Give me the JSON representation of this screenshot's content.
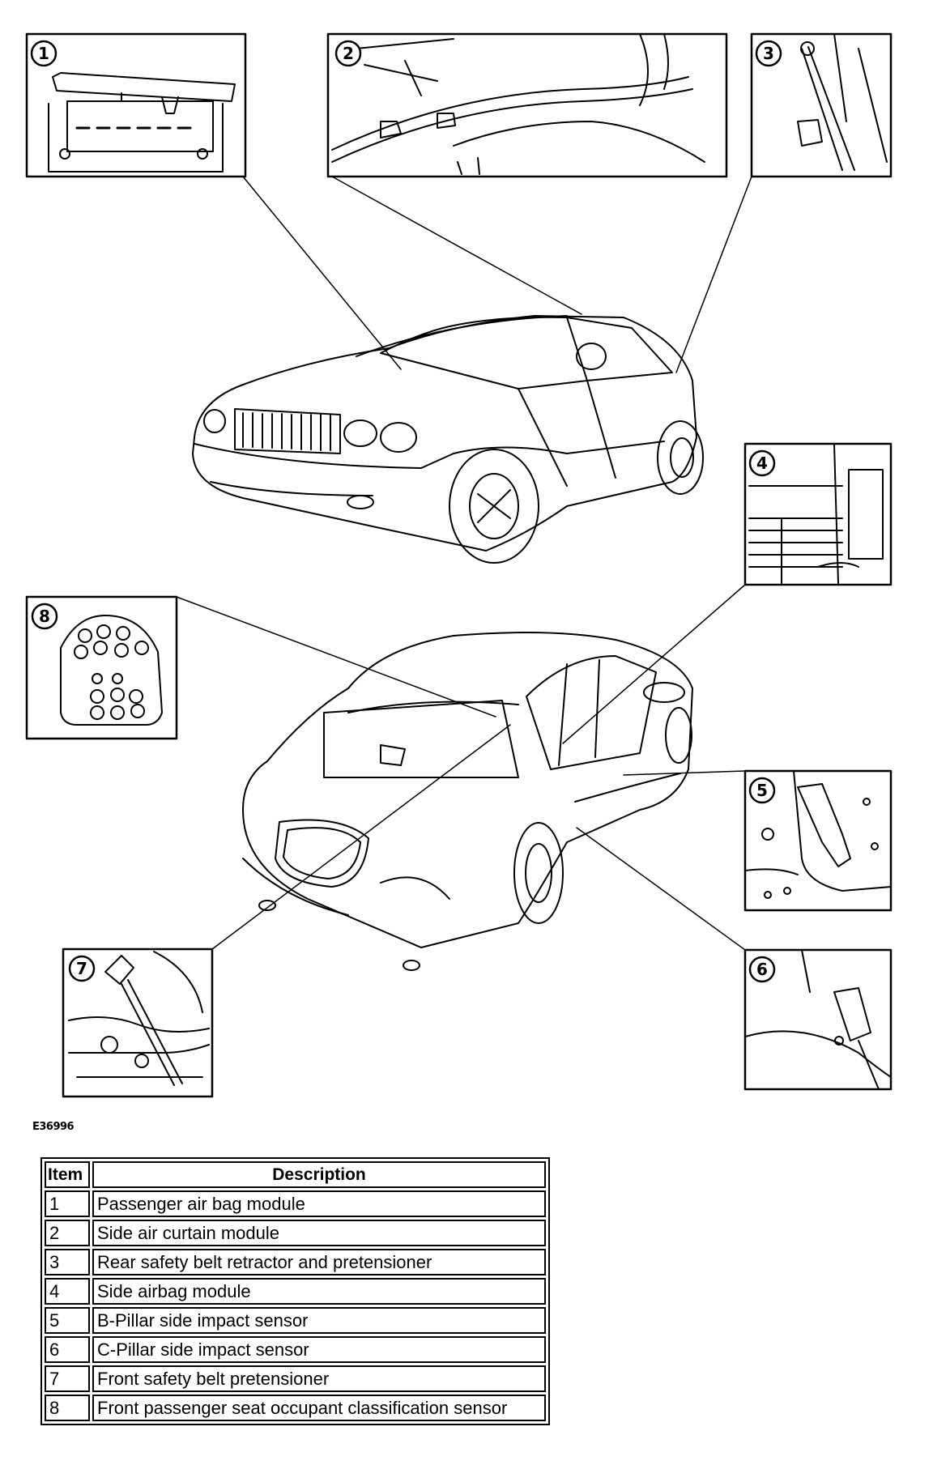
{
  "figure_id": "E36996",
  "callouts": [
    "1",
    "2",
    "3",
    "4",
    "5",
    "6",
    "7",
    "8"
  ],
  "table": {
    "headers": [
      "Item",
      "Description"
    ],
    "rows": [
      {
        "item": "1",
        "description": "Passenger air bag module"
      },
      {
        "item": "2",
        "description": "Side air curtain module"
      },
      {
        "item": "3",
        "description": "Rear safety belt retractor and pretensioner"
      },
      {
        "item": "4",
        "description": "Side airbag module"
      },
      {
        "item": "5",
        "description": "B-Pillar side impact sensor"
      },
      {
        "item": "6",
        "description": "C-Pillar side impact sensor"
      },
      {
        "item": "7",
        "description": "Front safety belt pretensioner"
      },
      {
        "item": "8",
        "description": "Front passenger seat occupant classification sensor"
      }
    ]
  }
}
